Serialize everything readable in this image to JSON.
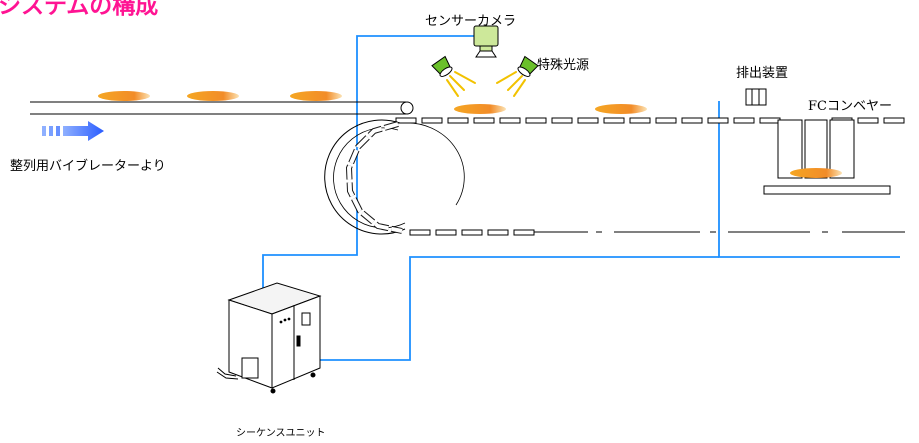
{
  "title": "システムの構成",
  "labels": {
    "sensor_camera": "センサーカメラ",
    "special_light": "特殊光源",
    "ejector": "排出装置",
    "fc_conveyor": "FCコンベヤー",
    "from_vibrator": "整列用バイブレーターより",
    "sequence_unit": "シーケンスユニット"
  },
  "colors": {
    "title": "#ff1493",
    "wire": "#1e90ff",
    "arrow": "#3366ff",
    "carrot": "#f28c28",
    "lamp": "#6abf2a",
    "camera": "#cde89a",
    "light_ray": "#f2c200",
    "outline": "#000000"
  }
}
